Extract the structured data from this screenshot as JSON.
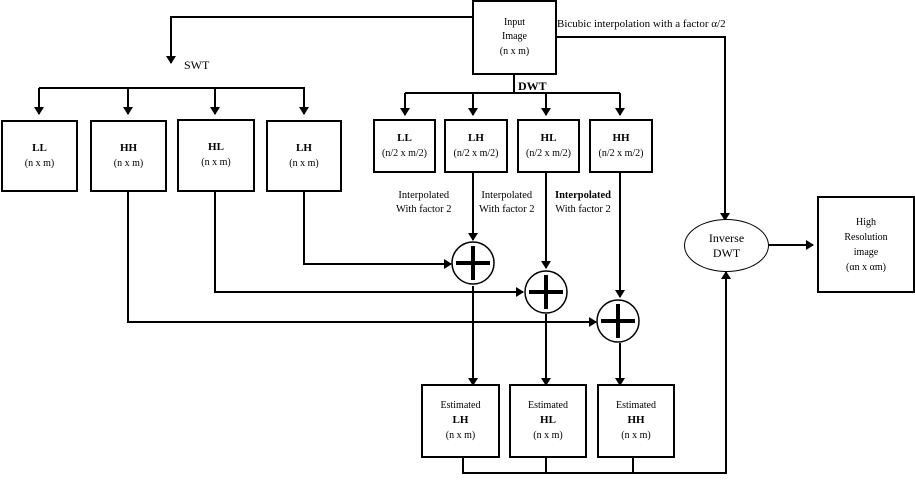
{
  "input": {
    "title": "Input",
    "title2": "Image",
    "size": "(n x m)"
  },
  "bicubic_label": "Bicubic interpolation with a factor α/2",
  "swt": {
    "label": "SWT",
    "bands": [
      {
        "name": "LL",
        "size": "(n x m)"
      },
      {
        "name": "HH",
        "size": "(n x m)"
      },
      {
        "name": "HL",
        "size": "(n x m)"
      },
      {
        "name": "LH",
        "size": "(n x m)"
      }
    ]
  },
  "dwt": {
    "label": "DWT",
    "bands": [
      {
        "name": "LL",
        "size": "(n/2 x m/2)"
      },
      {
        "name": "LH",
        "size": "(n/2 x m/2)"
      },
      {
        "name": "HL",
        "size": "(n/2 x m/2)"
      },
      {
        "name": "HH",
        "size": "(n/2 x m/2)"
      }
    ]
  },
  "interp_notes": [
    {
      "line1": "Interpolated",
      "line2": "With factor 2"
    },
    {
      "line1": "Interpolated",
      "line2": "With factor 2"
    },
    {
      "line1": "Interpolated",
      "line2": "With factor 2"
    }
  ],
  "adders": [
    "plus-1",
    "plus-2",
    "plus-3"
  ],
  "estimated": [
    {
      "line1": "Estimated",
      "name": "LH",
      "size": "(n x m)"
    },
    {
      "line1": "Estimated",
      "name": "HL",
      "size": "(n x m)"
    },
    {
      "line1": "Estimated",
      "name": "HH",
      "size": "(n x m)"
    }
  ],
  "idwt": {
    "line1": "Inverse",
    "line2": "DWT"
  },
  "output": {
    "line1": "High",
    "line2": "Resolution",
    "line3": "image",
    "size": "(αn x αm)"
  }
}
